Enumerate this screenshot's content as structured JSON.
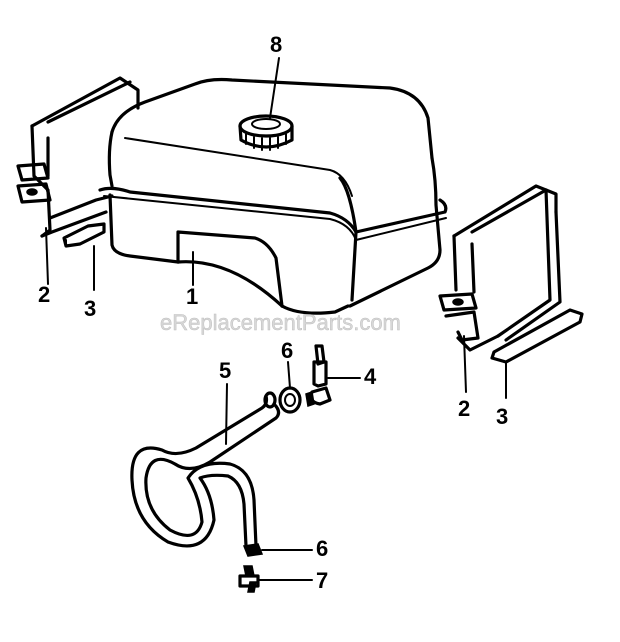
{
  "watermark": "eReplacementParts.com",
  "callouts": {
    "tank": "1",
    "strap_left": "2",
    "strap_right": "2",
    "pad_left": "3",
    "pad_right": "3",
    "valve": "4",
    "hose": "5",
    "clamp_top": "6",
    "clamp_bottom": "6",
    "fitting": "7",
    "cap": "8"
  },
  "colors": {
    "ink": "#000000",
    "background": "#ffffff",
    "watermark": "#d8d8d8"
  }
}
